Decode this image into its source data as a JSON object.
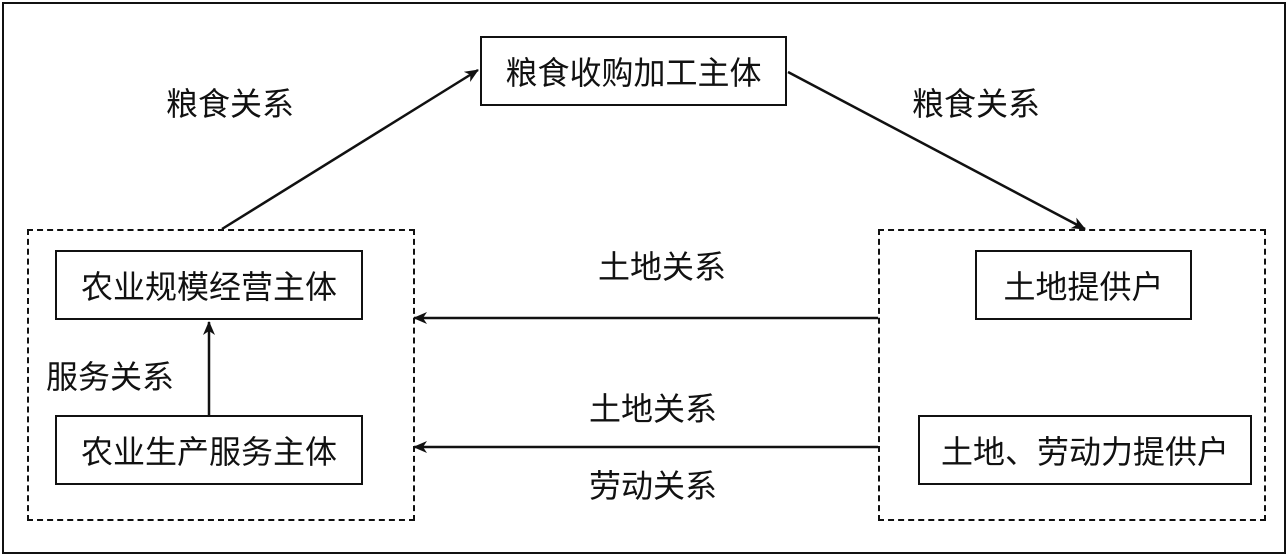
{
  "nodes": {
    "grain_purchase": "粮食收购加工主体",
    "scale_operator": "农业规模经营主体",
    "service_provider": "农业生产服务主体",
    "land_provider": "土地提供户",
    "land_labor_provider": "土地、劳动力提供户"
  },
  "edges": {
    "grain_left": "粮食关系",
    "grain_right": "粮食关系",
    "land_upper": "土地关系",
    "service": "服务关系",
    "land_lower": "土地关系",
    "labor": "劳动关系"
  },
  "colors": {
    "stroke": "#111111",
    "background": "#ffffff"
  }
}
